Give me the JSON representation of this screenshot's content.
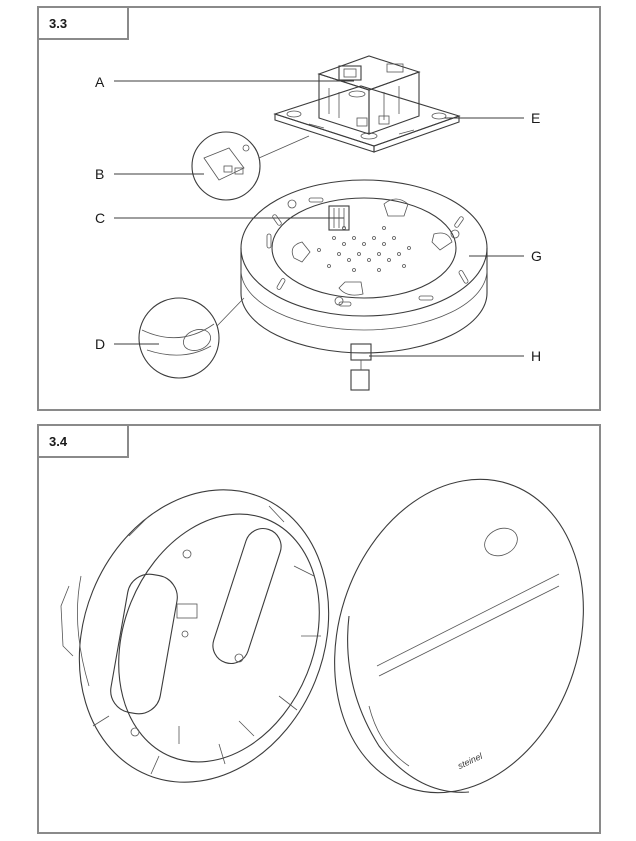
{
  "panel_a": {
    "number": "3.3",
    "callouts": {
      "a": "A",
      "b": "B",
      "c": "C",
      "d": "D",
      "e": "E",
      "g": "G",
      "h": "H"
    }
  },
  "panel_b": {
    "number": "3.4",
    "brand_text": "steinel"
  },
  "icons": {
    "panel_a_illustration": "detector-base-mounting-exploded-icon",
    "panel_b_left": "mounting-base-back-icon",
    "panel_b_right": "detector-housing-icon"
  }
}
